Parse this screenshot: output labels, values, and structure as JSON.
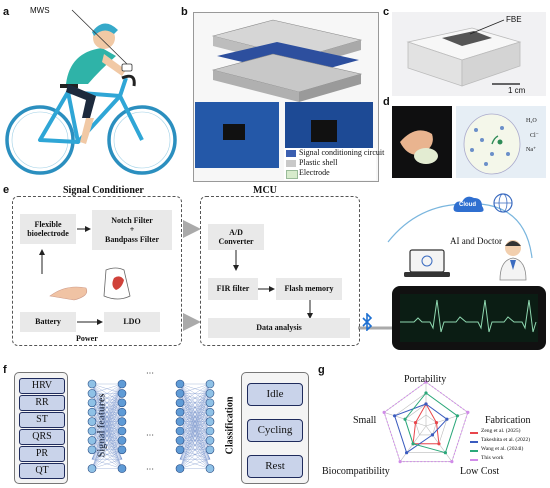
{
  "panel_labels": {
    "a": "a",
    "b": "b",
    "c": "c",
    "d": "d",
    "e": "e",
    "f": "f",
    "g": "g"
  },
  "panel_a": {
    "mws_label": "MWS"
  },
  "panel_b": {
    "legend": [
      "Signal conditioning circuit",
      "Plastic shell",
      "Electrode"
    ],
    "legend_colors": [
      "#3b5fb0",
      "#c8c8c8",
      "#d7ebcc"
    ]
  },
  "panel_c": {
    "fbe_label": "FBE",
    "scale_label": "1 cm"
  },
  "panel_d": {
    "ions": [
      "H₂O",
      "Cl⁻",
      "Na⁺"
    ]
  },
  "panel_e": {
    "signal_conditioner": {
      "title": "Signal Conditioner",
      "flexible_bioelectrode": "Flexible bioelectrode",
      "filter_line1": "Notch Filter",
      "filter_plus": "+",
      "filter_line2": "Bandpass Filter",
      "battery": "Battery",
      "ldo": "LDO",
      "power": "Power"
    },
    "mcu": {
      "title": "MCU",
      "ad_line1": "A/D",
      "ad_line2": "Converter",
      "fir": "FIR filter",
      "flash": "Flash memory",
      "analysis": "Data analysis"
    },
    "cloud": "Cloud",
    "ai_doctor": "AI and Doctor"
  },
  "panel_f": {
    "signal_features": [
      "HRV",
      "RR",
      "ST",
      "QRS",
      "PR",
      "QT"
    ],
    "signal_features_title": "Signal features",
    "classification_title": "Classification",
    "classes": [
      "Idle",
      "Cycling",
      "Rest"
    ]
  },
  "panel_g": {
    "axes": [
      "Portability",
      "Fabrication",
      "Low Cost",
      "Biocompatibility",
      "Small"
    ],
    "legend": [
      "Zeng et al. (2025)",
      "Takeshita et al. (2022)",
      "Wang et al. (2024l)",
      "This work"
    ],
    "colors": [
      "#e8464c",
      "#3a5bbf",
      "#2aa87a",
      "#d08be8"
    ]
  },
  "chart_data": {
    "type": "radar",
    "axes": [
      "Portability",
      "Fabrication",
      "Low Cost",
      "Biocompatibility",
      "Small"
    ],
    "ylim": [
      0,
      4
    ],
    "series": [
      {
        "name": "Zeng et al. (2025)",
        "values": [
          2,
          1,
          2,
          2,
          1
        ]
      },
      {
        "name": "Takeshita et al. (2022)",
        "values": [
          2,
          2,
          1,
          3,
          3
        ]
      },
      {
        "name": "Wang et al. (2024l)",
        "values": [
          3,
          3,
          3,
          2,
          2
        ]
      },
      {
        "name": "This work",
        "values": [
          4,
          4,
          4,
          4,
          4
        ]
      }
    ]
  }
}
